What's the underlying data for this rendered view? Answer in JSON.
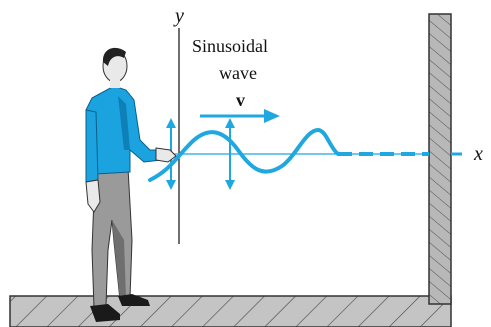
{
  "labels": {
    "y_axis": "y",
    "x_axis": "x",
    "wave_title_line1": "Sinusoidal",
    "wave_title_line2": "wave",
    "velocity": "v"
  },
  "colors": {
    "wave": "#1fa8e0",
    "shirt": "#1aa3df",
    "shirt_shade": "#0f7fb8",
    "pants": "#9a9a9a",
    "pants_shade": "#6f6f6f",
    "skin": "#e9e9e9",
    "hair": "#222222",
    "shoes": "#1a1a1a",
    "wall_fill": "#b8b8b8",
    "floor_fill": "#c4c4c4",
    "hatch": "#555555",
    "axis": "#222222"
  }
}
